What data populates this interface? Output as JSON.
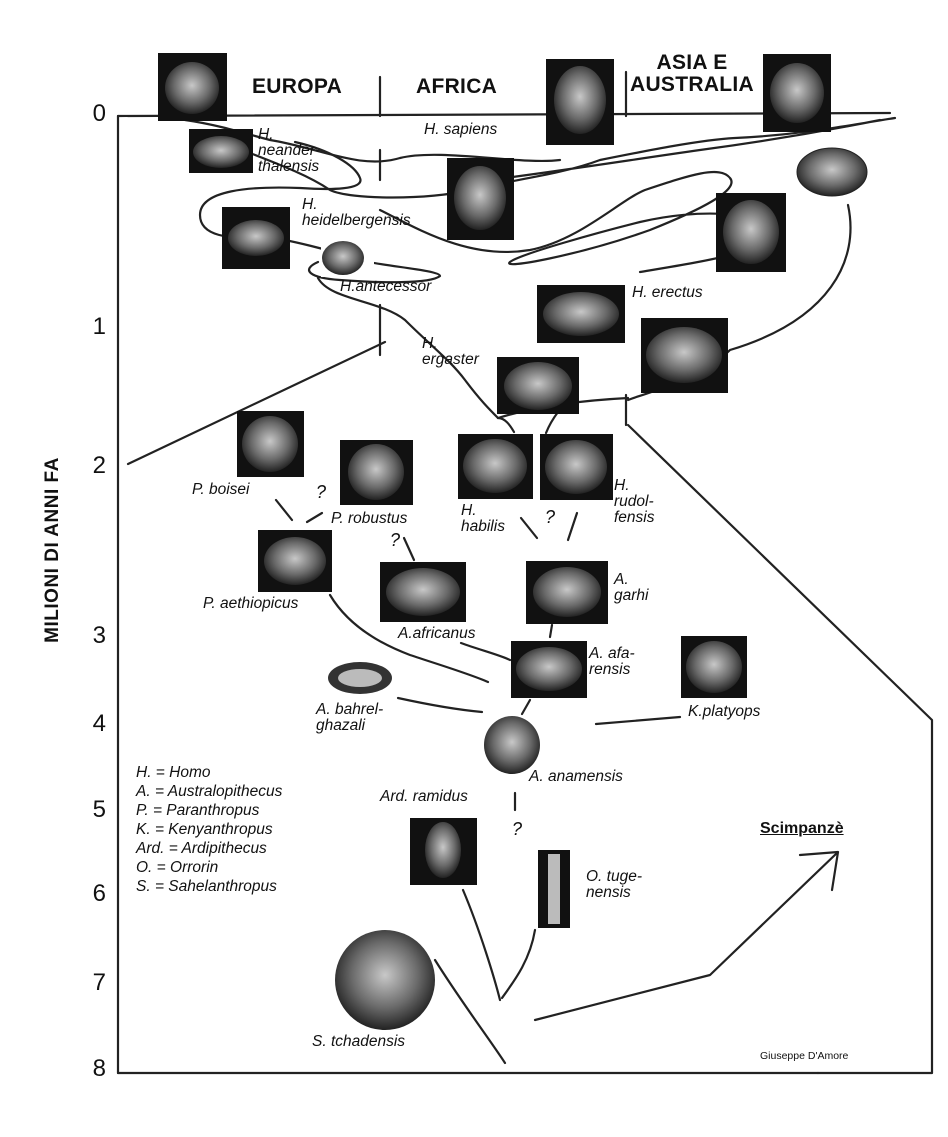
{
  "regions": [
    "EUROPA",
    "AFRICA",
    "ASIA E\nAUSTRALIA"
  ],
  "y_axis": {
    "title": "MILIONI DI ANNI FA",
    "ticks": [
      "0",
      "1",
      "2",
      "3",
      "4",
      "5",
      "6",
      "7",
      "8"
    ]
  },
  "species": [
    "H. sapiens",
    "H.\nneander-\nthalensis",
    "H.\nheidelbergensis",
    "H.antecessor",
    "H. erectus",
    "H.\nergaster",
    "P. boisei",
    "P. robustus",
    "P. aethiopicus",
    "H.\nhabilis",
    "H.\nrudol-\nfensis",
    "A.africanus",
    "A.\ngarhi",
    "A. afa-\nrensis",
    "A. bahrel-\nghazali",
    "K.platyops",
    "A. anamensis",
    "Ard. ramidus",
    "O. tuge-\nnensis",
    "S. tchadensis"
  ],
  "question_mark": "?",
  "legend": [
    "H. = Homo",
    "A. = Australopithecus",
    "P. = Paranthropus",
    "K. = Kenyanthropus",
    "Ard. = Ardipithecus",
    "O. = Orrorin",
    "S. = Sahelanthropus"
  ],
  "chimp_label": "Scimpanzè",
  "credit": "Giuseppe D'Amore",
  "icons": [
    "skull-photo-icon",
    "arrow-icon"
  ]
}
